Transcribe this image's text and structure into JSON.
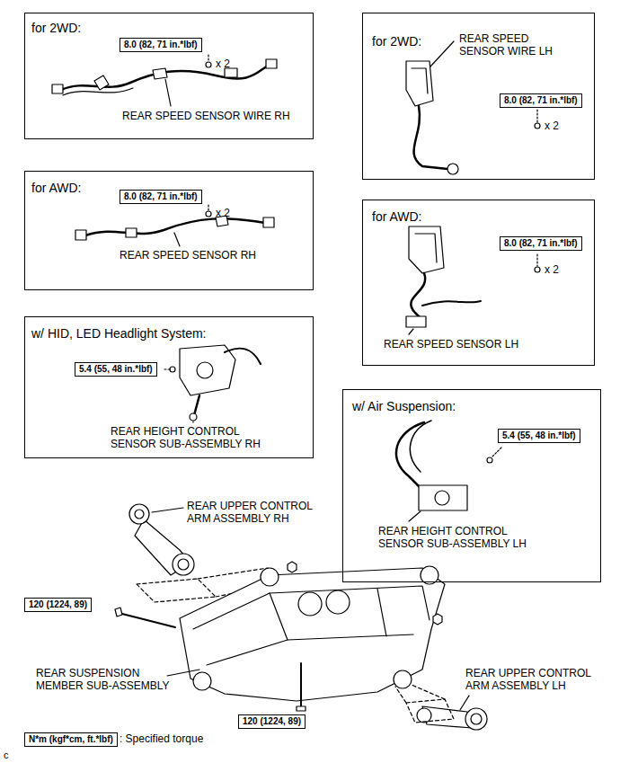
{
  "diagram": {
    "nodes": [
      {
        "text": [
          "for 2WD:",
          "REAR SPEED SENSOR WIRE RH"
        ]
      },
      {
        "text": [
          "8.0 (82, 71 in.*lbf)"
        ],
        "in": 0
      },
      {
        "text": [
          "for 2WD:",
          "REAR SPEED SENSOR WIRE LH"
        ]
      },
      {
        "text": [
          "8.0 (82, 71 in.*lbf)"
        ],
        "in": 2
      },
      {
        "text": [
          "for AWD:",
          "REAR SPEED SENSOR RH"
        ]
      },
      {
        "text": [
          "8.0 (82, 71 in.*lbf)"
        ],
        "in": 4
      },
      {
        "text": [
          "for AWD:",
          "REAR SPEED SENSOR LH"
        ]
      },
      {
        "text": [
          "8.0 (82, 71 in.*lbf)"
        ],
        "in": 6
      },
      {
        "text": [
          "w/ HID, LED Headlight System:",
          "REAR HEIGHT CONTROL SENSOR SUB-ASSEMBLY RH"
        ]
      },
      {
        "text": [
          "5.4 (55, 48 in.*lbf)"
        ],
        "in": 8
      },
      {
        "text": [
          "w/ Air Suspension:",
          "REAR HEIGHT CONTROL SENSOR SUB-ASSEMBLY LH"
        ]
      },
      {
        "text": [
          "5.4 (55, 48 in.*lbf)"
        ],
        "in": 10
      },
      {
        "text": [
          "120 (1224, 89)"
        ]
      },
      {
        "text": [
          "120 (1224, 89)"
        ]
      },
      {
        "text": [
          "N*m (kgf*cm, ft.*lbf)"
        ]
      }
    ],
    "labels": [
      "x 2",
      "x 2",
      "x 2",
      "x 2",
      "REAR UPPER CONTROL ARM ASSEMBLY RH",
      "REAR SUSPENSION MEMBER SUB-ASSEMBLY",
      "REAR UPPER CONTROL ARM ASSEMBLY LH",
      ": Specified torque",
      "c"
    ]
  }
}
